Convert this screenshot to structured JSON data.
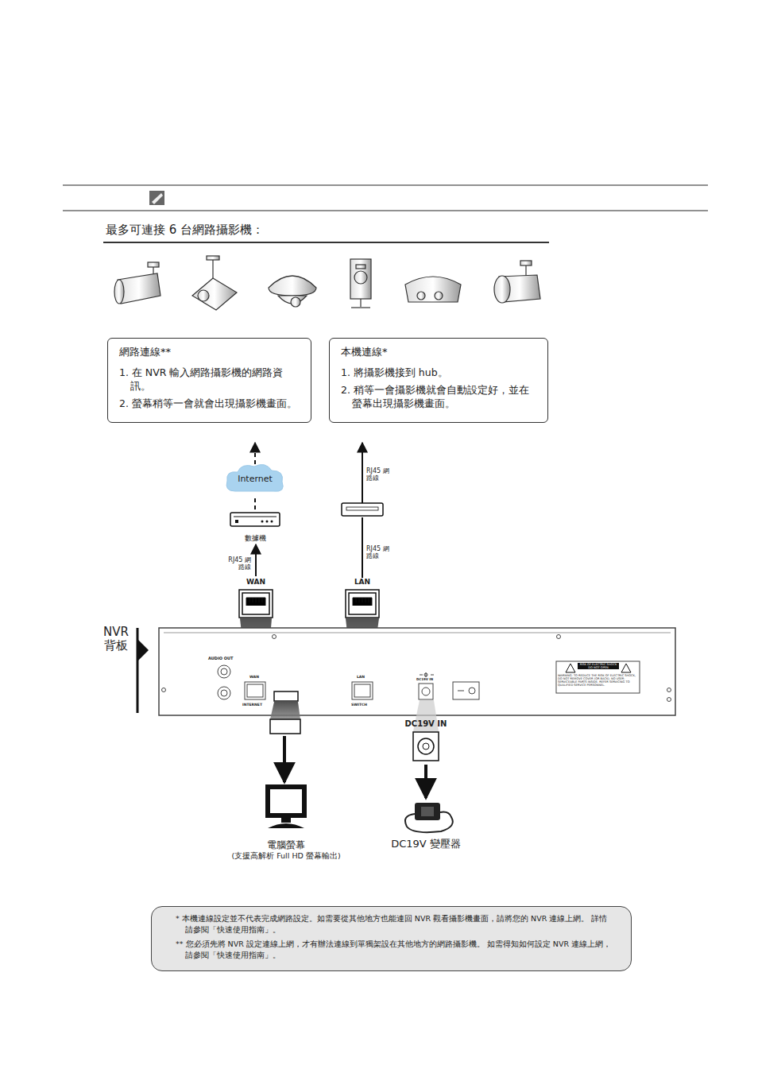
{
  "diagram": {
    "title": "最多可連接 6 台網路攝影機：",
    "nodes": [
      {
        "text": [
          "網路連線**",
          "1. 在 NVR 輸入網路攝影機的網路資訊。",
          "2. 螢幕稍等一會就會出現攝影機畫面。"
        ]
      },
      {
        "text": [
          "本機連線*",
          "1. 將攝影機接到 hub。",
          "2. 稍等一會攝影機就會自動設定好，並在 螢幕出現攝影機畫面。"
        ]
      },
      {
        "text": [
          "Internet"
        ]
      },
      {
        "text": [
          "數據機"
        ]
      },
      {
        "text": [
          "WAN"
        ]
      },
      {
        "text": [
          "LAN"
        ]
      },
      {
        "text": [
          "電腦螢幕",
          "(支援高解析 Full HD 螢幕輸出)"
        ]
      },
      {
        "text": [
          "DC19V IN"
        ]
      },
      {
        "text": [
          "DC19V 變壓器"
        ]
      },
      {
        "text": [
          "* 本機連線設定並不代表完成網路設定。如需要從其他地方也能連回 NVR 觀看攝影機畫面，請將您的 NVR 連線上網。 詳情請參閱「快速使用指南」。",
          "** 您必須先將 NVR 設定連線上網，才有辦法連線到單獨架設在其他地方的網路攝影機。 如需得知如何設定 NVR 連線上網，請參閱「快速使用指南」。"
        ]
      }
    ],
    "edges": [
      {
        "from": 3,
        "to": 2,
        "arrow": "none"
      },
      {
        "from": 4,
        "to": 3,
        "arrow": "to",
        "label": "RJ45 網路線"
      },
      {
        "from": 7,
        "to": 8,
        "arrow": "to"
      }
    ],
    "labels": [
      "RJ45 網路線",
      "RJ45 網路線",
      "NVR 背板",
      "AUDIO OUT",
      "WAN",
      "INTERNET",
      "LAN",
      "SWITCH",
      "DC19V IN",
      "RISK OF ELECTRIC SHOCK DO NOT OPEN",
      "WARNING: TO REDUCE THE RISK OF ELECTRIC SHOCK, DO NOT REMOVE COVER (OR BACK). NO USER-SERVICEABLE PARTS INSIDE. REFER SERVICING TO QUALIFIED SERVICE PERSONNEL."
    ]
  }
}
